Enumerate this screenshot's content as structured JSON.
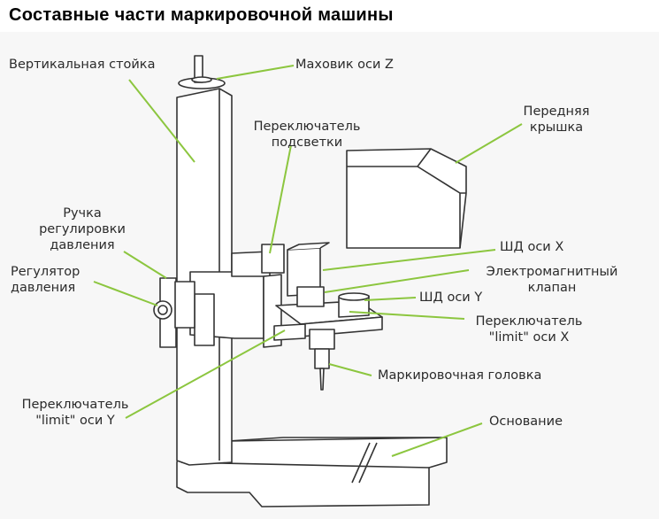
{
  "title": "Составные части маркировочной машины",
  "colors": {
    "leader_line": "#8cc63f",
    "machine_stroke": "#333333",
    "text": "#2b2b2b"
  },
  "labels": {
    "vertical_column": "Вертикальная стойка",
    "z_handwheel": "Маховик оси Z",
    "light_switch_1": "Переключатель",
    "light_switch_2": "подсветки",
    "front_cover_1": "Передняя",
    "front_cover_2": "крышка",
    "pressure_knob_1": "Ручка",
    "pressure_knob_2": "регулировки",
    "pressure_knob_3": "давления",
    "pressure_regulator_1": "Регулятор",
    "pressure_regulator_2": "давления",
    "x_stepper": "ШД оси X",
    "solenoid_valve_1": "Электромагнитный",
    "solenoid_valve_2": "клапан",
    "y_stepper": "ШД оси Y",
    "x_limit_1": "Переключатель",
    "x_limit_2": "\"limit\" оси X",
    "marking_head": "Маркировочная головка",
    "y_limit_1": "Переключатель",
    "y_limit_2": "\"limit\" оси Y",
    "base": "Основание"
  }
}
